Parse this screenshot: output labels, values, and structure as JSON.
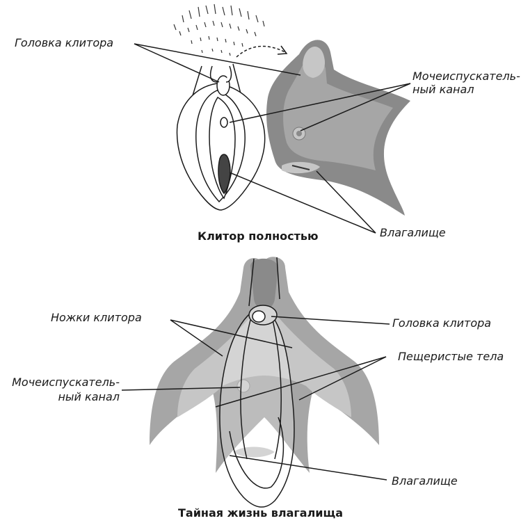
{
  "diagram": {
    "top_caption": "Клитор полностью",
    "bottom_caption": "Тайная жизнь влагалища",
    "labels": {
      "glans_top": "Головка клитора",
      "urethra_top_1": "Мочеиспускатель-",
      "urethra_top_2": "ный канал",
      "vagina_top": "Влагалище",
      "crura": "Ножки клитора",
      "glans_bottom": "Головка клитора",
      "cavernous": "Пещеристые тела",
      "urethra_bottom_1": "Мочеиспускатель-",
      "urethra_bottom_2": "ный канал",
      "vagina_bottom": "Влагалище"
    }
  },
  "colors": {
    "ink": "#1a1a1a",
    "tissue_dark": "#8a8a8a",
    "tissue_mid": "#a6a6a6",
    "tissue_light": "#c6c6c6"
  }
}
